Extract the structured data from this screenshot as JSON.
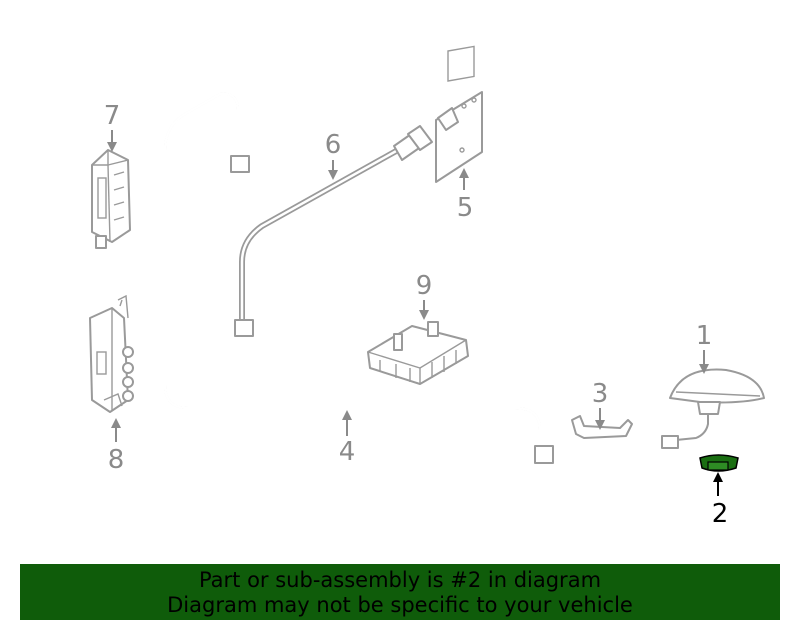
{
  "diagram": {
    "highlight_color": "#1a6e12",
    "highlighted_part": "2",
    "callouts": {
      "p1": "1",
      "p2": "2",
      "p3": "3",
      "p4": "4",
      "p5": "5",
      "p6": "6",
      "p7": "7",
      "p8": "8",
      "p9": "9"
    }
  },
  "banner": {
    "background": "#0f5c0a",
    "line1": "Part or sub-assembly is #2 in diagram",
    "line2": "Diagram may not be specific to your vehicle"
  }
}
